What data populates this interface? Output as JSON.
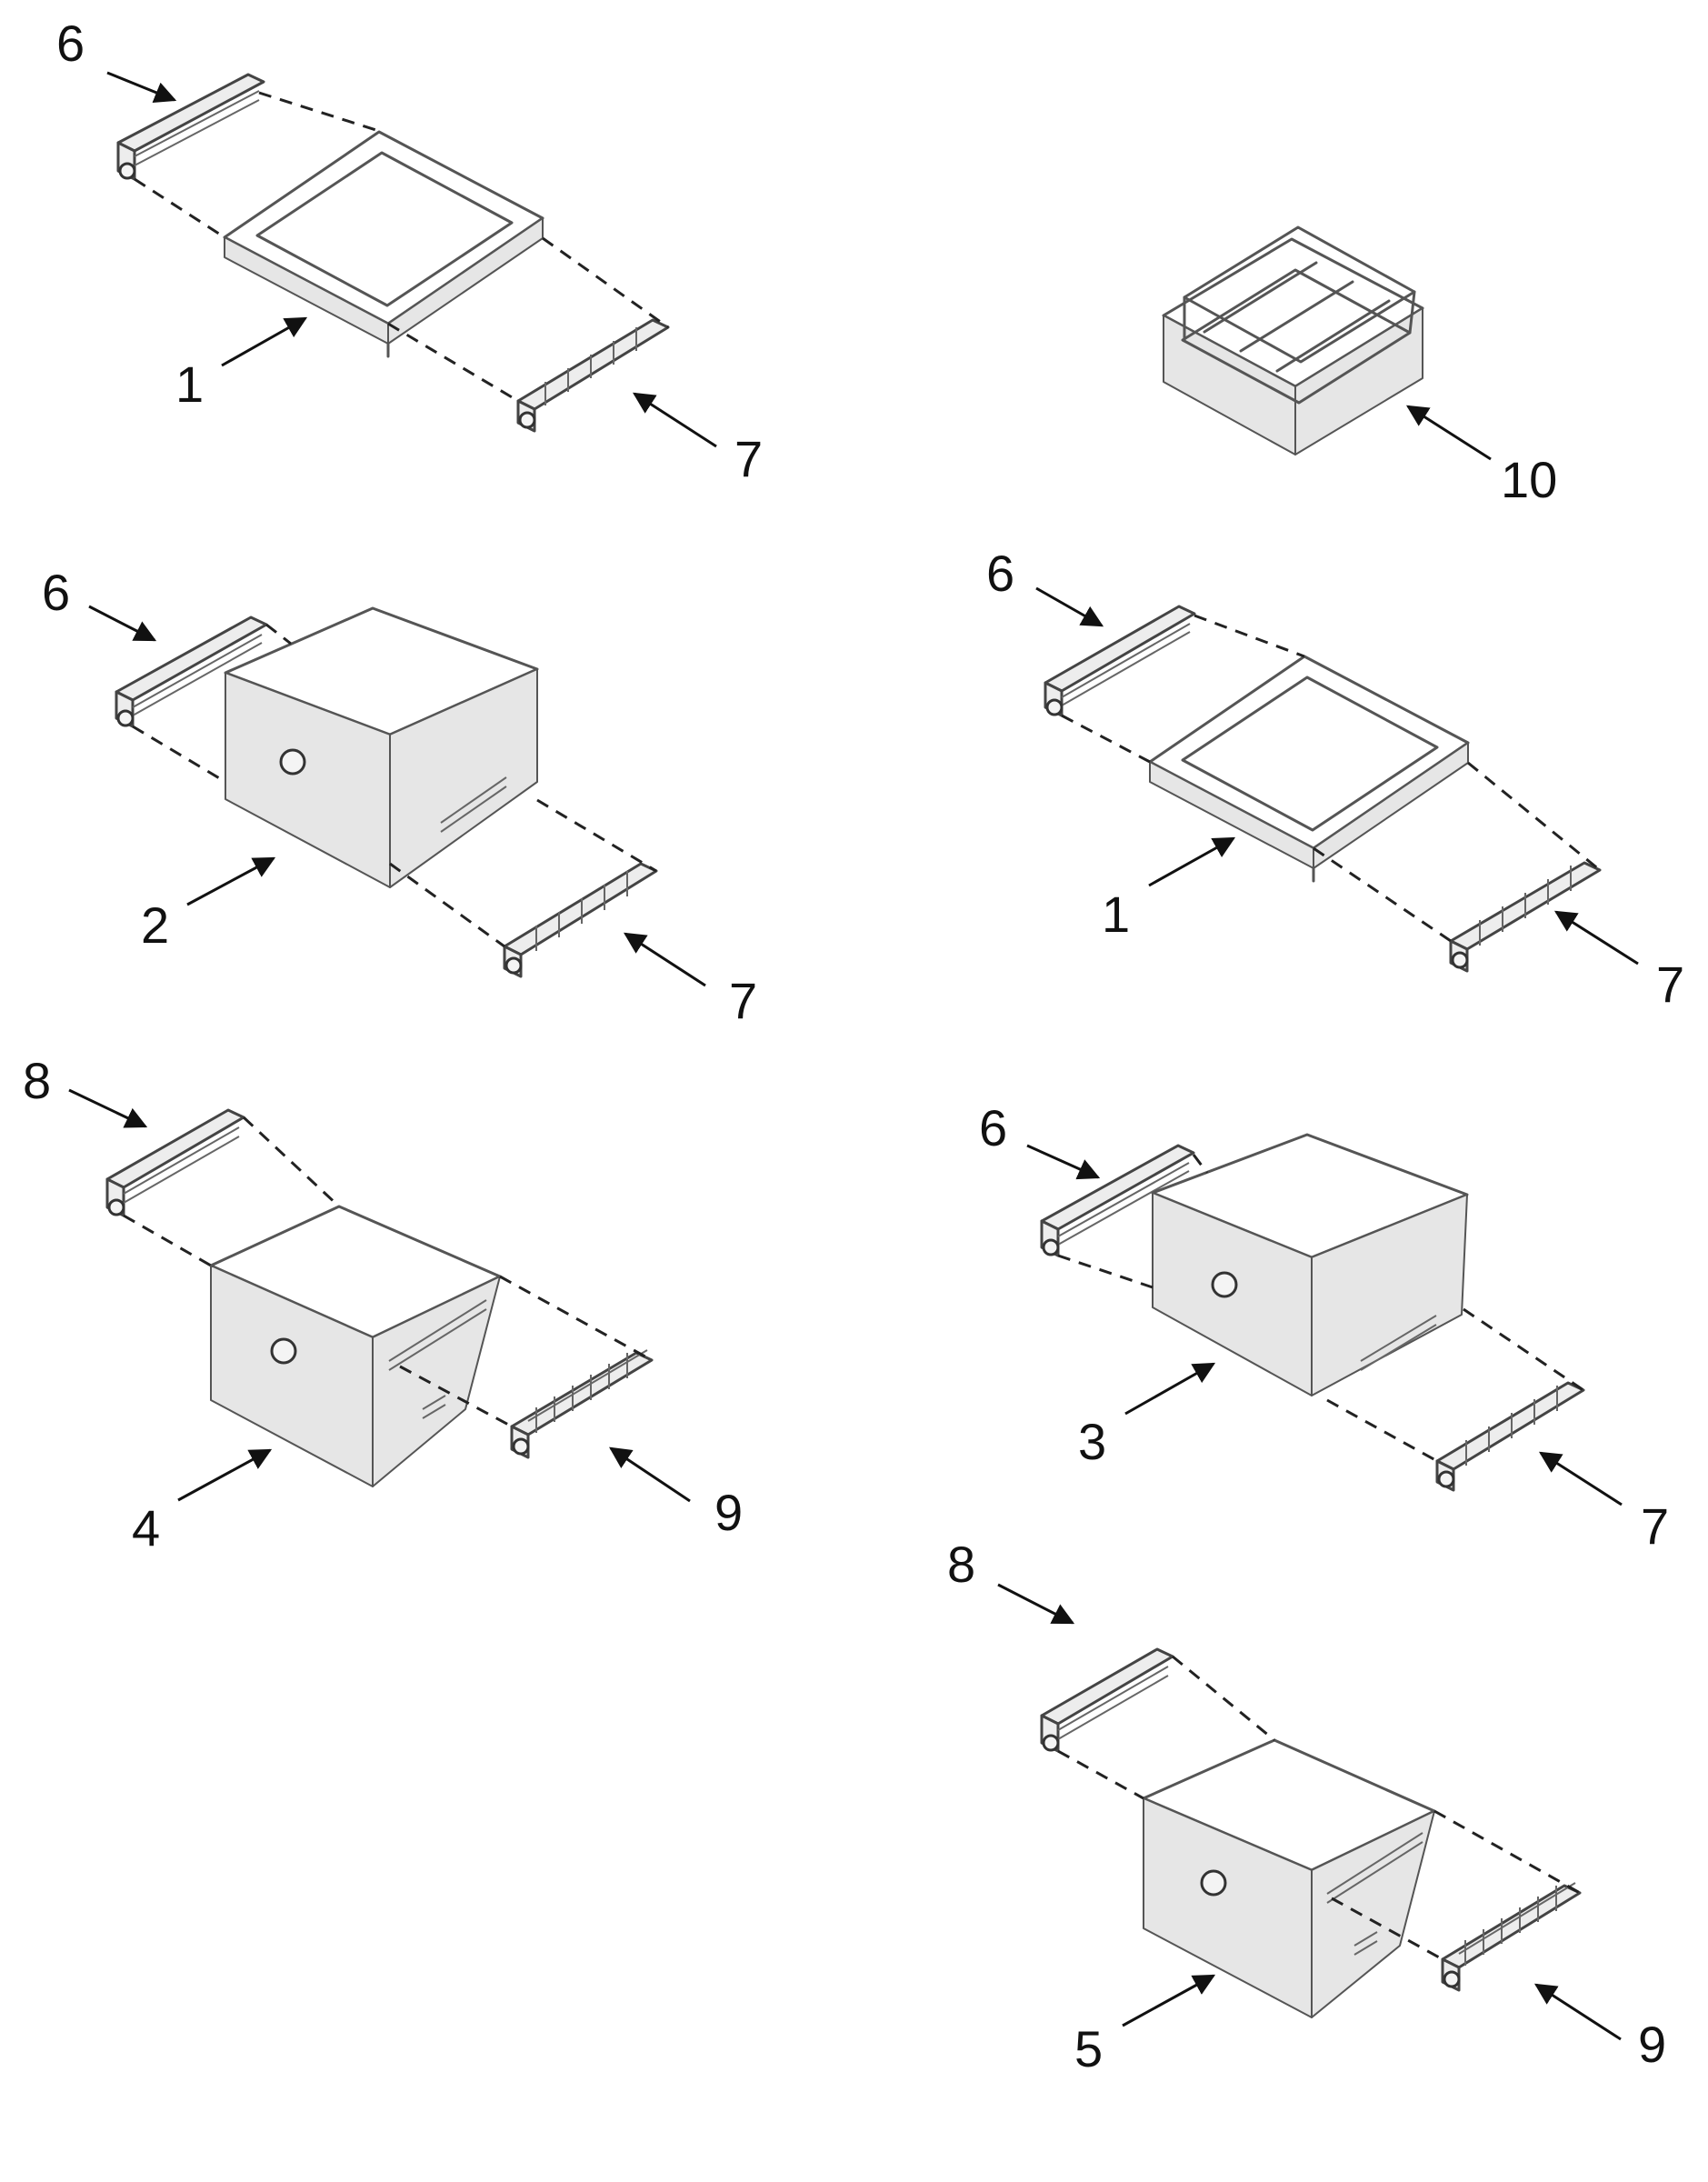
{
  "diagram": {
    "callouts": {
      "a_1": "1",
      "a_6": "6",
      "a_7": "7",
      "b_10": "10",
      "c_2": "2",
      "c_6": "6",
      "c_7": "7",
      "d_1": "1",
      "d_6": "6",
      "d_7": "7",
      "e_4": "4",
      "e_8": "8",
      "e_9": "9",
      "f_3": "3",
      "f_6": "6",
      "f_7": "7",
      "g_5": "5",
      "g_8": "8",
      "g_9": "9"
    }
  }
}
